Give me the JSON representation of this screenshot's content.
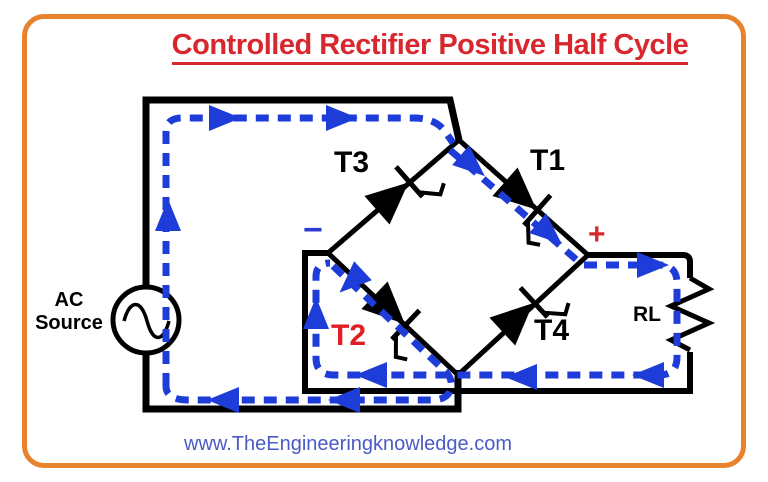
{
  "title": "Controlled Rectifier Positive Half Cycle",
  "source": {
    "label_line1": "AC",
    "label_line2": "Source"
  },
  "thyristors": {
    "t1": "T1",
    "t2": "T2",
    "t3": "T3",
    "t4": "T4"
  },
  "load": {
    "label": "RL"
  },
  "polarity": {
    "plus": "+",
    "minus": "−"
  },
  "footer": {
    "website": "www.TheEngineeringknowledge.com"
  },
  "colors": {
    "border_orange": "#E8832D",
    "title_red": "#D8272E",
    "current_blue": "#1E3CD8",
    "t2_label_red": "#E01F24",
    "website_blue": "#4A5BC4",
    "wire_black": "#000000"
  }
}
